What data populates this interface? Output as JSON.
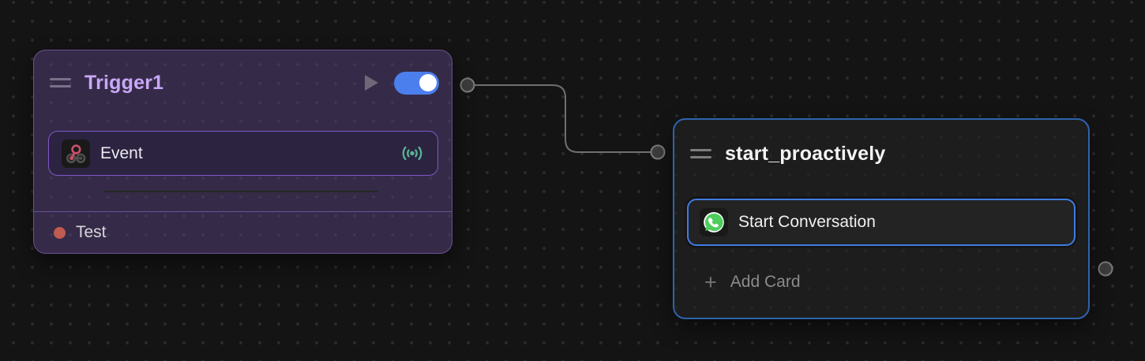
{
  "canvas": {
    "colors": {
      "background": "#141414",
      "grid_dot": "#2a2a2a",
      "edge": "#6f6f6f",
      "port_fill": "#3d3d3d",
      "port_stroke": "#7a7a7a"
    }
  },
  "trigger_node": {
    "title": "Trigger1",
    "toggle_state": "on",
    "colors": {
      "title": "#c9a8f9",
      "fill": "#352b48",
      "border": "#6b5094",
      "card_border": "#7f58c9",
      "toggle_on": "#4b7fee",
      "status_dot": "#c25b50"
    },
    "card": {
      "label": "Event",
      "icon": "webhook-icon",
      "status_icon": "broadcast-icon",
      "status_icon_color": "#58b394"
    },
    "footer": {
      "label": "Test"
    }
  },
  "action_node": {
    "title": "start_proactively",
    "colors": {
      "title": "#f3f3f3",
      "fill": "#1d1d1d",
      "border": "#2e63ad",
      "card_border": "#3f7ce2",
      "whatsapp_green": "#4ecc5c"
    },
    "card": {
      "label": "Start Conversation",
      "icon": "whatsapp-icon"
    },
    "add_card": {
      "plus": "+",
      "label": "Add Card"
    }
  }
}
